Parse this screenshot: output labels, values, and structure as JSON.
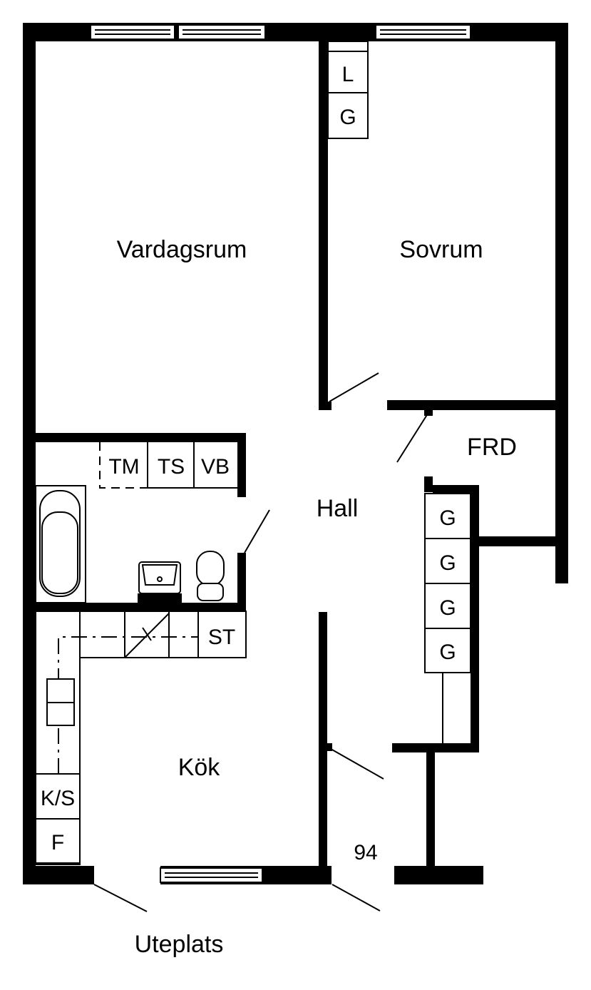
{
  "rooms": {
    "living": "Vardagsrum",
    "bedroom": "Sovrum",
    "storage": "FRD",
    "hall": "Hall",
    "kitchen": "Kök",
    "patio": "Uteplats"
  },
  "fixtures": {
    "bedroom_wardrobes": [
      "L",
      "G"
    ],
    "hall_wardrobes": [
      "G",
      "G",
      "G",
      "G"
    ],
    "bathroom_units": [
      "TM",
      "TS",
      "VB"
    ],
    "kitchen_top": "ST",
    "kitchen_left": [
      "K/S",
      "F"
    ]
  },
  "area_label": "94"
}
